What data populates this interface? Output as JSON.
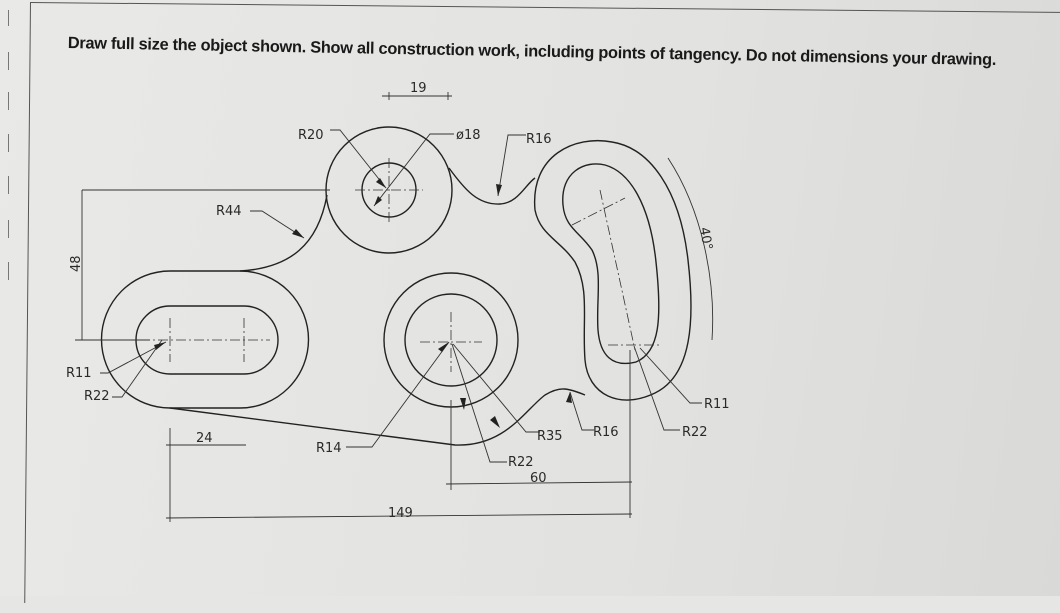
{
  "instruction": "Draw full size the object shown. Show all construction work, including points of tangency. Do not dimensions your drawing.",
  "dimensions": {
    "d19": "19",
    "r20": "R20",
    "dia18": "ø18",
    "r16_top": "R16",
    "r44": "R44",
    "d48": "48",
    "r11_left": "R11",
    "r22_left": "R22",
    "d24": "24",
    "r14": "R14",
    "d149": "149",
    "r35": "R35",
    "r16_bottom": "R16",
    "r22_center": "R22",
    "d60": "60",
    "r11_right": "R11",
    "r22_right": "R22",
    "angle40": "40°"
  },
  "colors": {
    "paper": "#e6e6e4",
    "ink": "#222222"
  }
}
